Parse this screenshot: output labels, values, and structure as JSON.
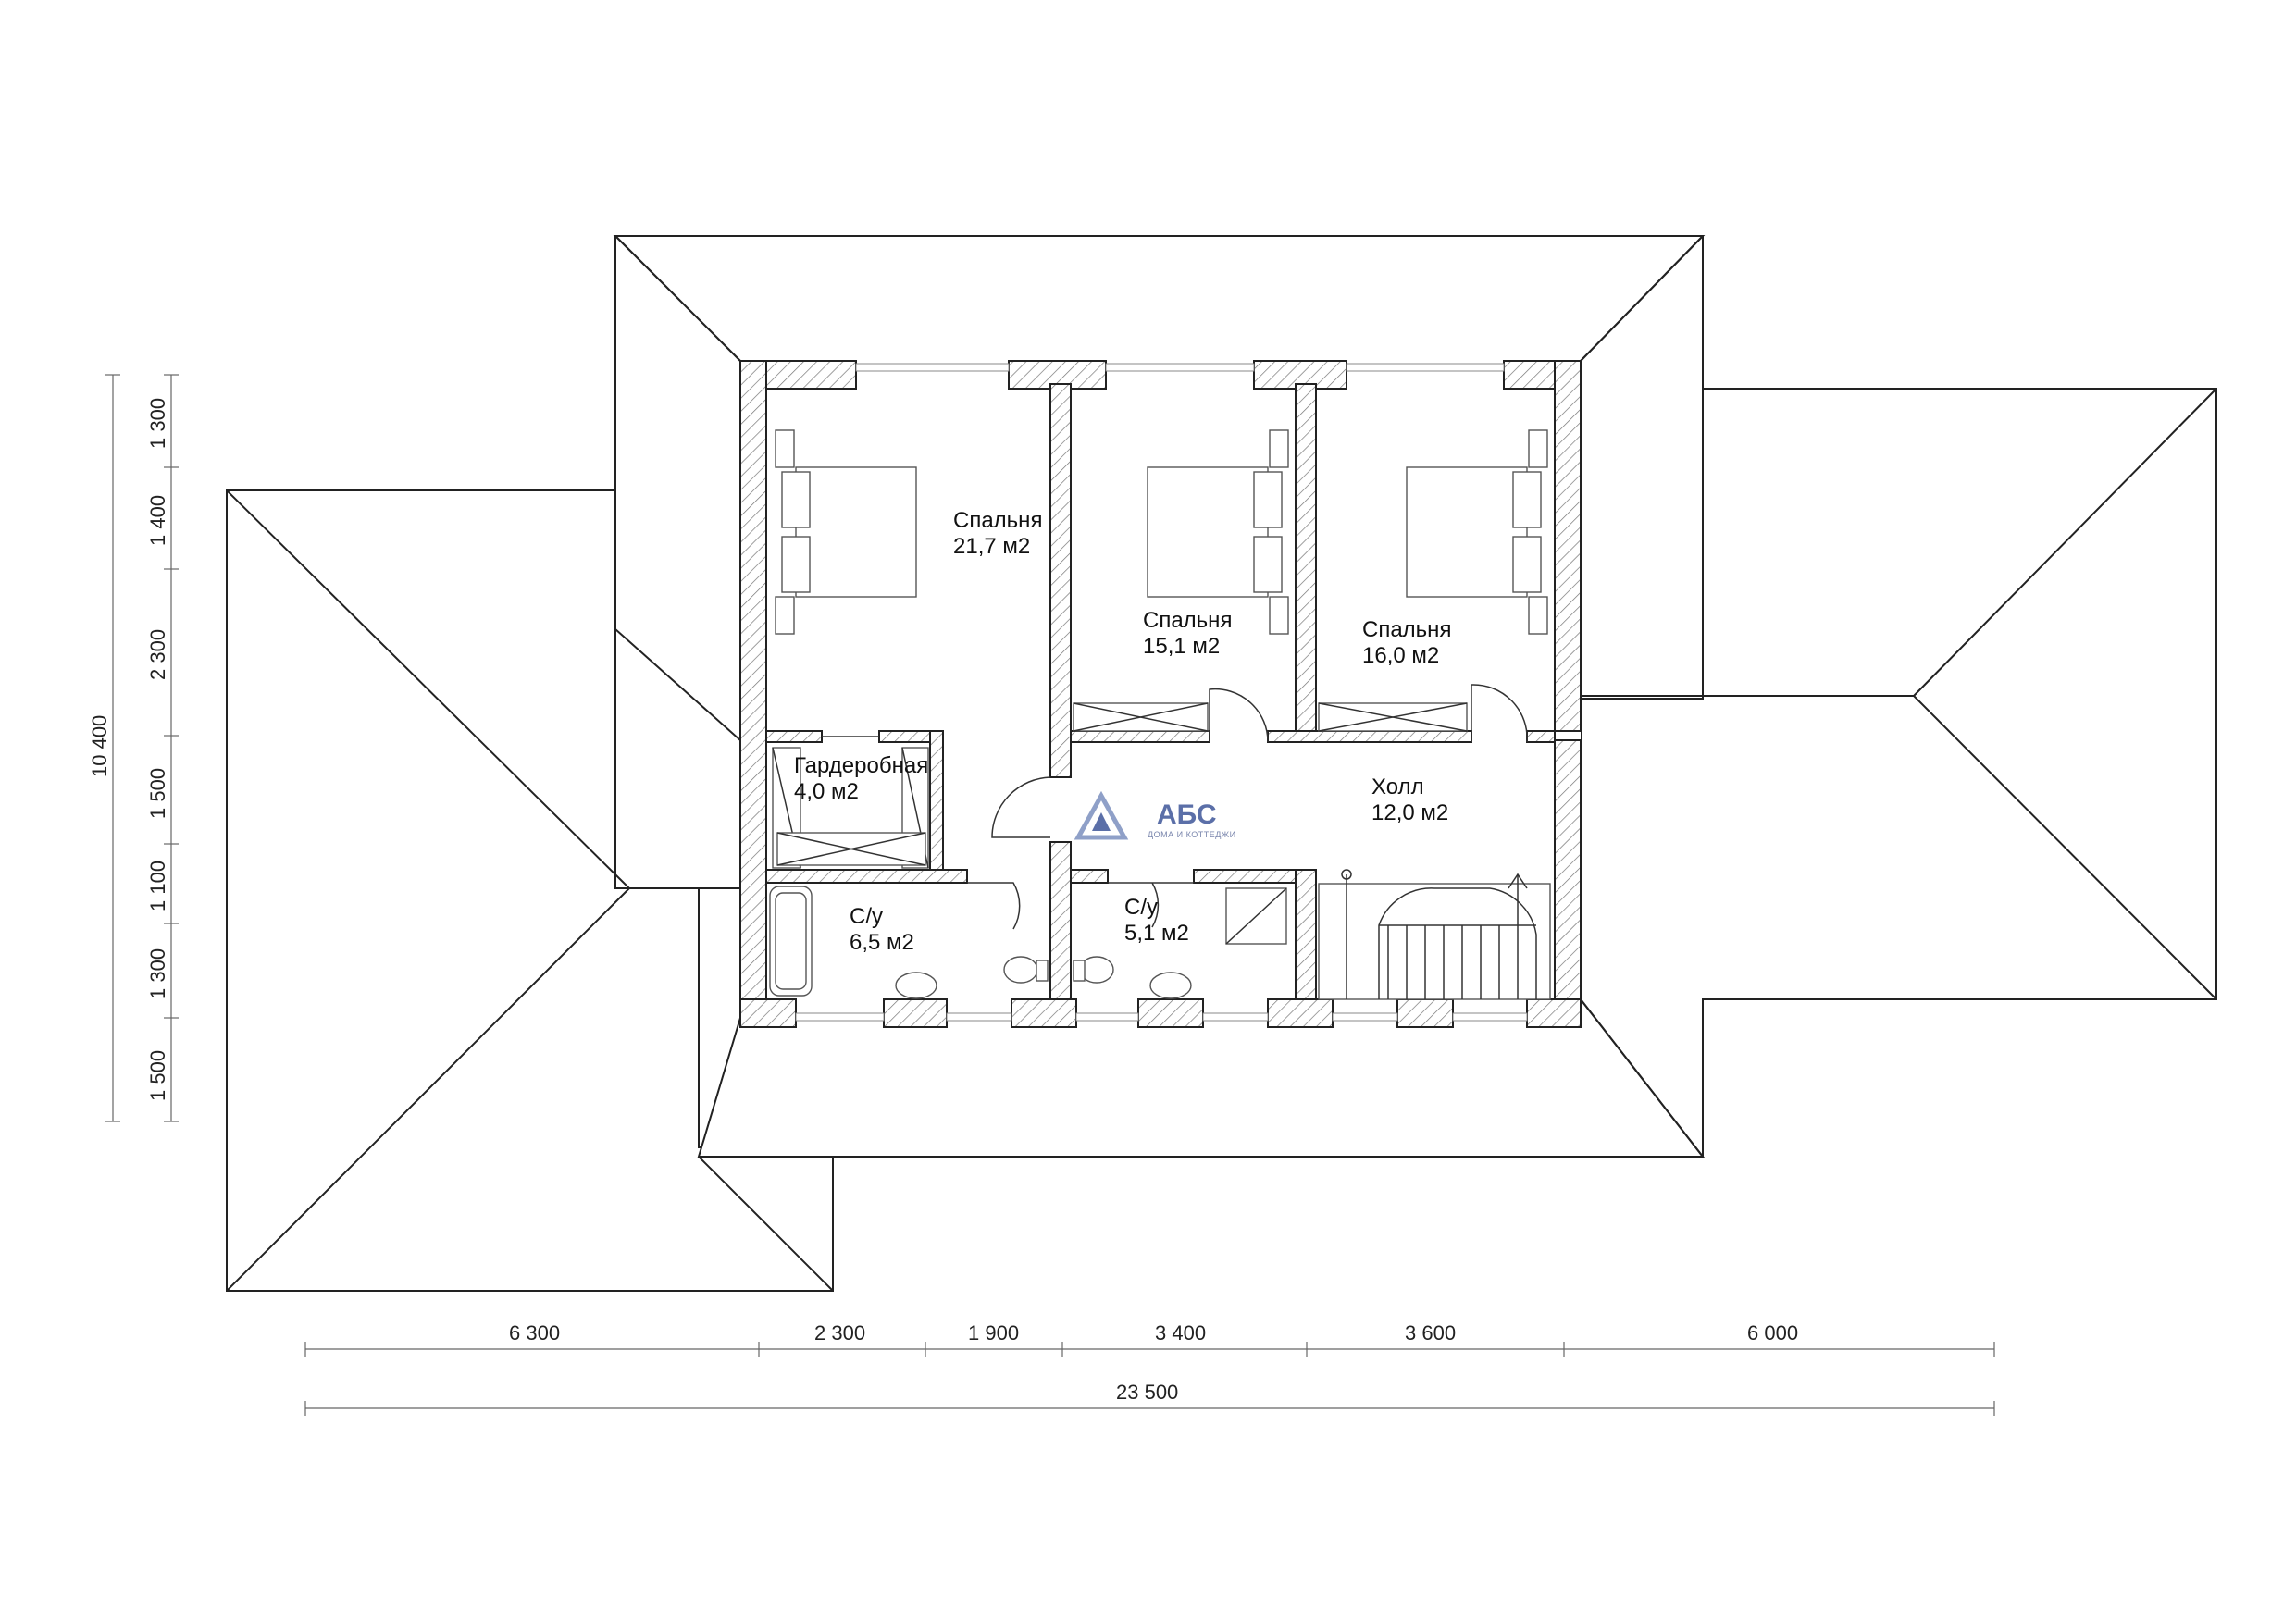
{
  "rooms": {
    "bedroom1": {
      "name": "Спальня",
      "area": "21,7 м2"
    },
    "bedroom2": {
      "name": "Спальня",
      "area": "15,1 м2"
    },
    "bedroom3": {
      "name": "Спальня",
      "area": "16,0 м2"
    },
    "wardrobe": {
      "name": "Гардеробная",
      "area": "4,0 м2"
    },
    "hall": {
      "name": "Холл",
      "area": "12,0 м2"
    },
    "bath1": {
      "name": "С/у",
      "area": "6,5 м2"
    },
    "bath2": {
      "name": "С/у",
      "area": "5,1 м2"
    }
  },
  "dimensions": {
    "horizontal": [
      "6 300",
      "2 300",
      "1 900",
      "3 400",
      "3 600",
      "6 000"
    ],
    "horizontal_total": "23 500",
    "vertical": [
      "1 300",
      "1 400",
      "2 300",
      "1 500",
      "1 100",
      "1 300",
      "1 500"
    ],
    "vertical_total": "10 400"
  },
  "logo": {
    "name": "АБС",
    "tagline": "ДОМА И КОТТЕДЖИ",
    "color": "#5b6fa8"
  }
}
